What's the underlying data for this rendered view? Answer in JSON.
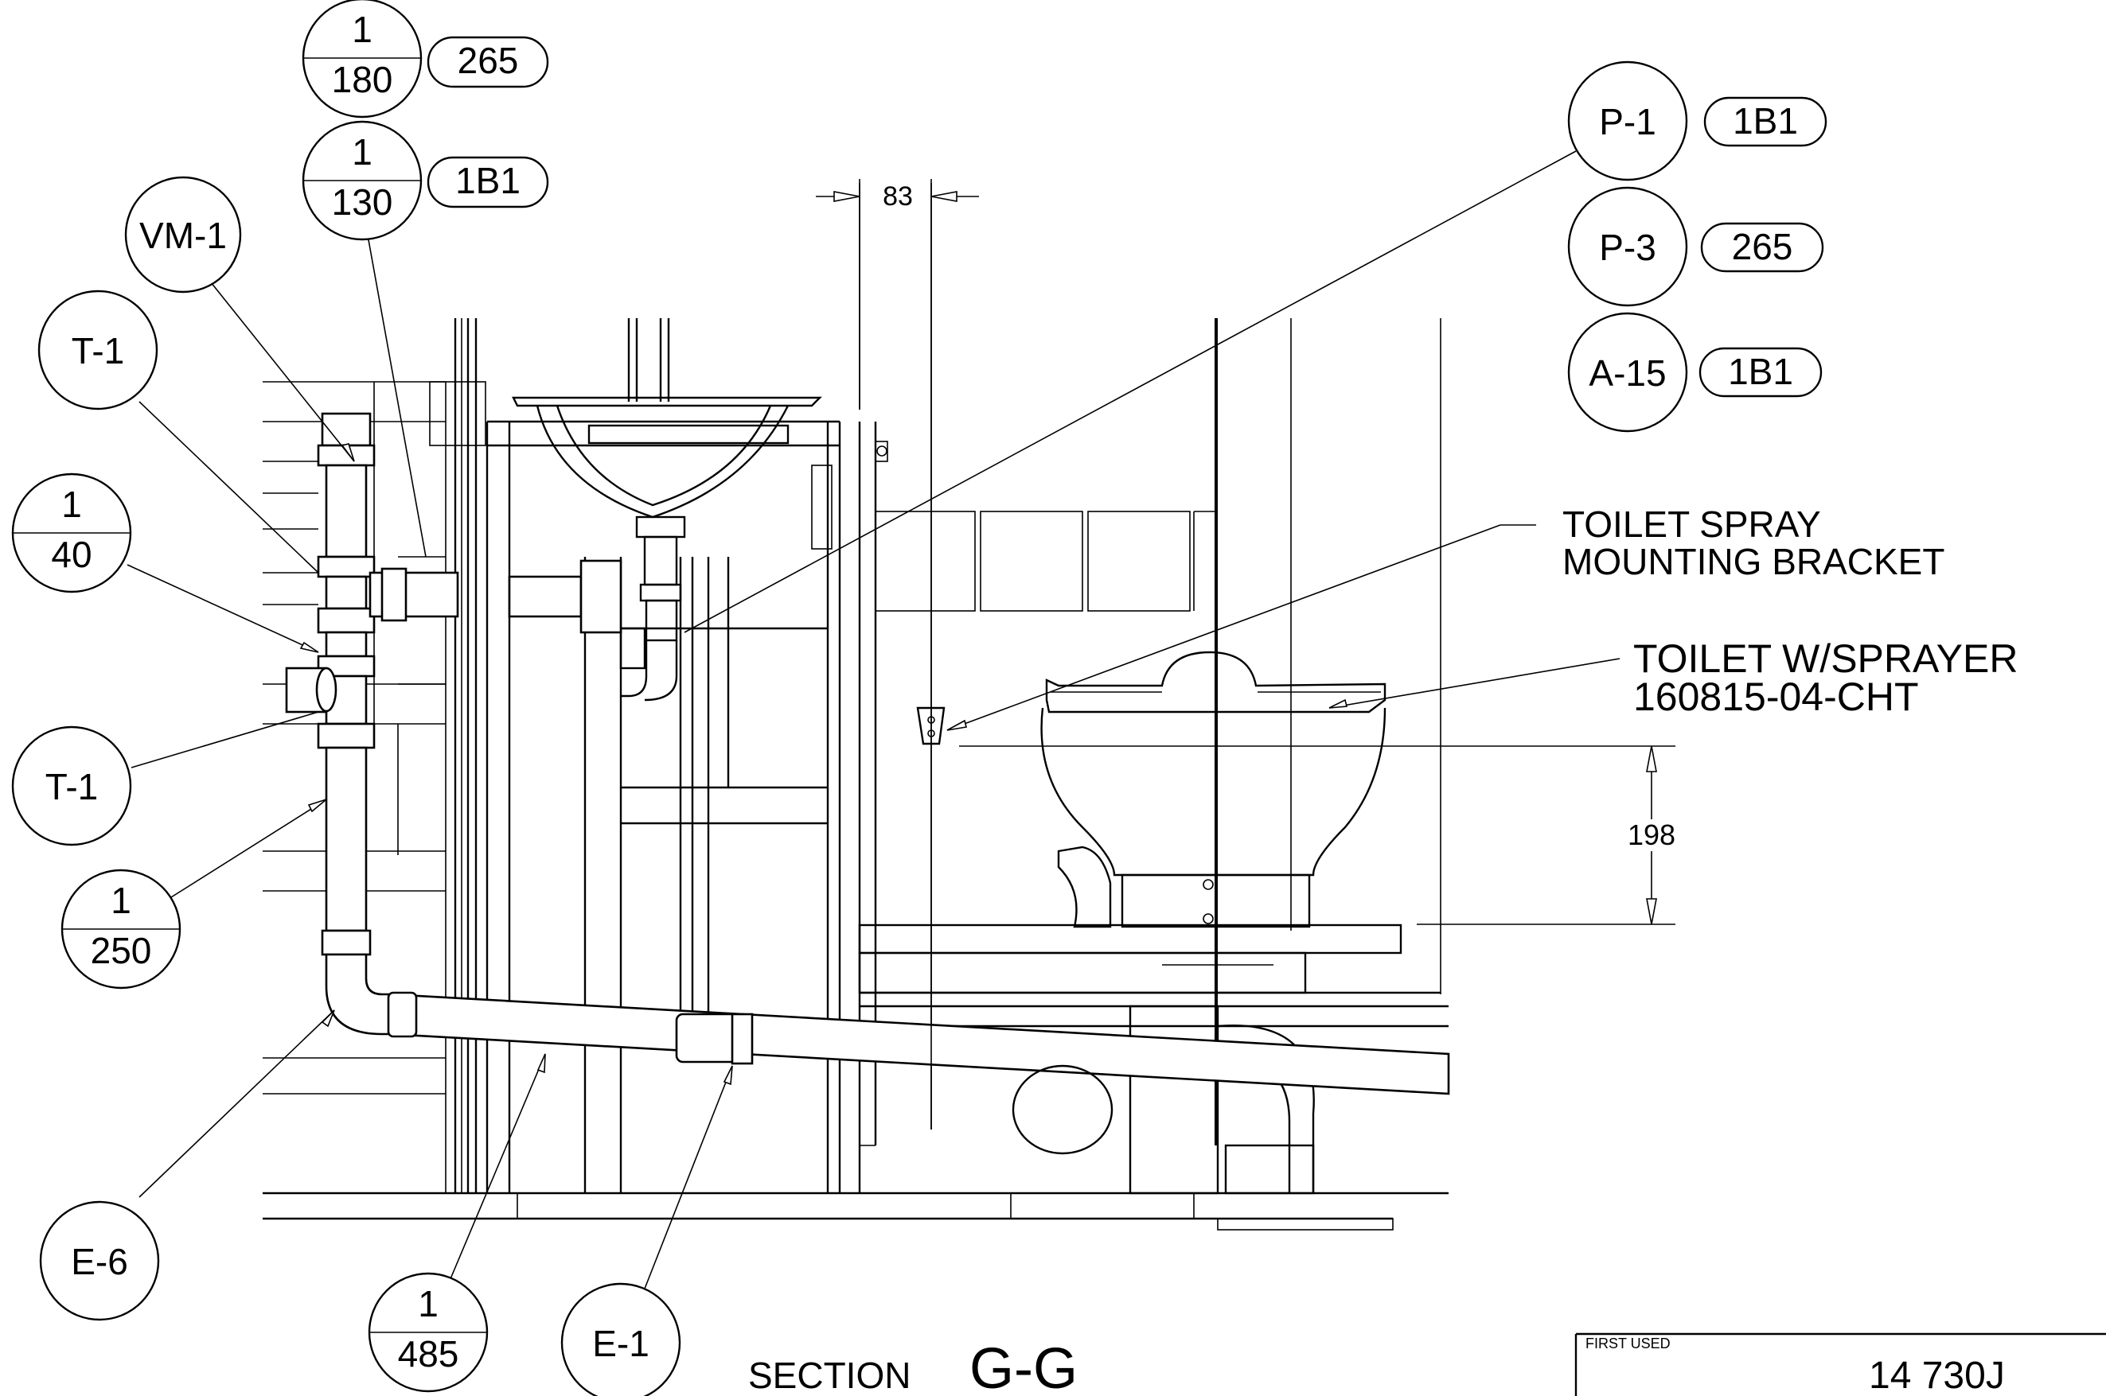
{
  "section": {
    "prefix": "SECTION",
    "id": "G-G"
  },
  "tags": {
    "ref_180": {
      "num": "1",
      "den": "180",
      "pill": "265"
    },
    "ref_130": {
      "num": "1",
      "den": "130",
      "pill": "1B1"
    },
    "ref_40": {
      "num": "1",
      "den": "40"
    },
    "ref_250": {
      "num": "1",
      "den": "250"
    },
    "ref_485": {
      "num": "1",
      "den": "485"
    },
    "vm1": "VM-1",
    "t1_upper": "T-1",
    "t1_lower": "T-1",
    "e6": "E-6",
    "e1": "E-1",
    "p1": {
      "label": "P-1",
      "pill": "1B1"
    },
    "p3": {
      "label": "P-3",
      "pill": "265"
    },
    "a15": {
      "label": "A-15",
      "pill": "1B1"
    }
  },
  "dimensions": {
    "top": "83",
    "right": "198"
  },
  "notes": {
    "bracket_line1": "TOILET SPRAY",
    "bracket_line2": "MOUNTING BRACKET",
    "toilet_line1": "TOILET W/SPRAYER",
    "toilet_line2": "160815-04-CHT"
  },
  "title_block": {
    "label": "FIRST USED",
    "value": "14 730J"
  }
}
